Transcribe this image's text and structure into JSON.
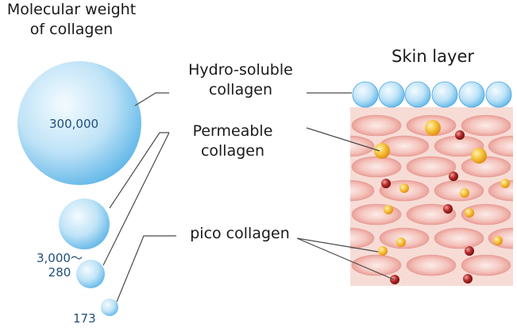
{
  "diagram": {
    "molecular_weight_title": [
      "Molecular weight",
      "of collagen"
    ],
    "skin_layer_title": "Skin layer",
    "labels": {
      "hydro_soluble": [
        "Hydro-soluble",
        "collagen"
      ],
      "permeable": [
        "Permeable",
        "collagen"
      ],
      "pico": "pico collagen"
    },
    "weights": {
      "large": "300,000",
      "medium_line1": "3,000～",
      "medium_line2": "280",
      "small": "173"
    },
    "colors": {
      "sphere_light": "#e6f4fc",
      "sphere_dark": "#5fb6e8",
      "skin_bg": "#f7dcd6",
      "cell_light": "#fbe3df",
      "cell_dark": "#e89d97",
      "orange_particle": "#f3a521",
      "red_particle": "#9c1b1b",
      "leader_line": "#4a4a4a"
    }
  }
}
